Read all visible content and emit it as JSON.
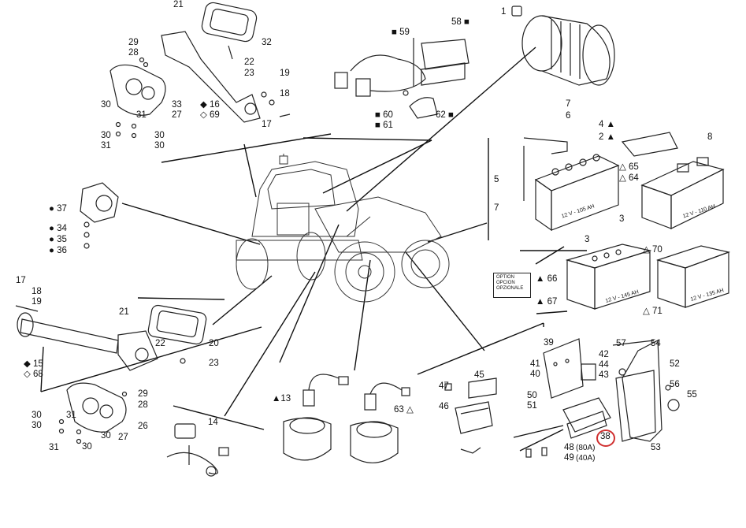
{
  "diagram": {
    "option_box": {
      "lines": [
        "OPTION",
        "OPCION",
        "OPZIONALE"
      ]
    },
    "battery_texts": [
      "12 V - 105 AH",
      "12 V - 110 AH",
      "12 V - 145 AH",
      "12 V - 135 AH"
    ],
    "callout": {
      "ref": "38",
      "color": "#d03030"
    },
    "labels": [
      {
        "id": "l1",
        "text": "1"
      },
      {
        "id": "l2",
        "text": "2 ▲"
      },
      {
        "id": "l3a",
        "text": "3"
      },
      {
        "id": "l3b",
        "text": "3"
      },
      {
        "id": "l4",
        "text": "4 ▲"
      },
      {
        "id": "l5",
        "text": "5"
      },
      {
        "id": "l6",
        "text": "6"
      },
      {
        "id": "l7a",
        "text": "7"
      },
      {
        "id": "l7b",
        "text": "7"
      },
      {
        "id": "l8",
        "text": "8"
      },
      {
        "id": "l13",
        "text": "▲13"
      },
      {
        "id": "l14",
        "text": "14"
      },
      {
        "id": "l15",
        "text": "◆ 15"
      },
      {
        "id": "l17a",
        "text": "17"
      },
      {
        "id": "l17b",
        "text": "17"
      },
      {
        "id": "l18a",
        "text": "18"
      },
      {
        "id": "l18b",
        "text": "18"
      },
      {
        "id": "l19a",
        "text": "19"
      },
      {
        "id": "l19b",
        "text": "19"
      },
      {
        "id": "l16",
        "text": "◆ 16"
      },
      {
        "id": "l69",
        "text": "◇ 69"
      },
      {
        "id": "l20",
        "text": "20"
      },
      {
        "id": "l21a",
        "text": "21"
      },
      {
        "id": "l21b",
        "text": "21"
      },
      {
        "id": "l22a",
        "text": "22"
      },
      {
        "id": "l22b",
        "text": "22"
      },
      {
        "id": "l23a",
        "text": "23"
      },
      {
        "id": "l23b",
        "text": "23"
      },
      {
        "id": "l26",
        "text": "26"
      },
      {
        "id": "l27a",
        "text": "27"
      },
      {
        "id": "l27b",
        "text": "27"
      },
      {
        "id": "l28a",
        "text": "28"
      },
      {
        "id": "l28b",
        "text": "28"
      },
      {
        "id": "l29a",
        "text": "29"
      },
      {
        "id": "l29b",
        "text": "29"
      },
      {
        "id": "l30a",
        "text": "30"
      },
      {
        "id": "l30b",
        "text": "30"
      },
      {
        "id": "l30c",
        "text": "30"
      },
      {
        "id": "l30d",
        "text": "30"
      },
      {
        "id": "l30e",
        "text": "30"
      },
      {
        "id": "l30f",
        "text": "30"
      },
      {
        "id": "l30g",
        "text": "30"
      },
      {
        "id": "l30h",
        "text": "30"
      },
      {
        "id": "l31a",
        "text": "31"
      },
      {
        "id": "l31b",
        "text": "31"
      },
      {
        "id": "l31c",
        "text": "31"
      },
      {
        "id": "l31d",
        "text": "31"
      },
      {
        "id": "l32",
        "text": "32"
      },
      {
        "id": "l33",
        "text": "33"
      },
      {
        "id": "l34",
        "text": "● 34"
      },
      {
        "id": "l35",
        "text": "● 35"
      },
      {
        "id": "l36",
        "text": "● 36"
      },
      {
        "id": "l37",
        "text": "● 37"
      },
      {
        "id": "l38",
        "text": "38"
      },
      {
        "id": "l39",
        "text": "39"
      },
      {
        "id": "l40",
        "text": "40"
      },
      {
        "id": "l41",
        "text": "41"
      },
      {
        "id": "l42",
        "text": "42"
      },
      {
        "id": "l43",
        "text": "43"
      },
      {
        "id": "l44",
        "text": "44"
      },
      {
        "id": "l45",
        "text": "45"
      },
      {
        "id": "l46",
        "text": "46"
      },
      {
        "id": "l47",
        "text": "47"
      },
      {
        "id": "l48",
        "text": "48"
      },
      {
        "id": "l80a",
        "text": "(80A)"
      },
      {
        "id": "l49",
        "text": "49"
      },
      {
        "id": "l40a",
        "text": "(40A)"
      },
      {
        "id": "l50",
        "text": "50"
      },
      {
        "id": "l51",
        "text": "51"
      },
      {
        "id": "l52",
        "text": "52"
      },
      {
        "id": "l53",
        "text": "53"
      },
      {
        "id": "l54",
        "text": "54"
      },
      {
        "id": "l55",
        "text": "55"
      },
      {
        "id": "l56",
        "text": "56"
      },
      {
        "id": "l57",
        "text": "57"
      },
      {
        "id": "l58",
        "text": "58 ■"
      },
      {
        "id": "l59",
        "text": "■ 59"
      },
      {
        "id": "l60",
        "text": "■ 60"
      },
      {
        "id": "l61",
        "text": "■ 61"
      },
      {
        "id": "l62",
        "text": "62 ■"
      },
      {
        "id": "l63",
        "text": "63 △"
      },
      {
        "id": "l64",
        "text": "△ 64"
      },
      {
        "id": "l65",
        "text": "△ 65"
      },
      {
        "id": "l66",
        "text": "▲ 66"
      },
      {
        "id": "l67",
        "text": "▲ 67"
      },
      {
        "id": "l68",
        "text": "◇ 68"
      },
      {
        "id": "l70",
        "text": "△ 70"
      },
      {
        "id": "l71",
        "text": "△ 71"
      }
    ]
  }
}
